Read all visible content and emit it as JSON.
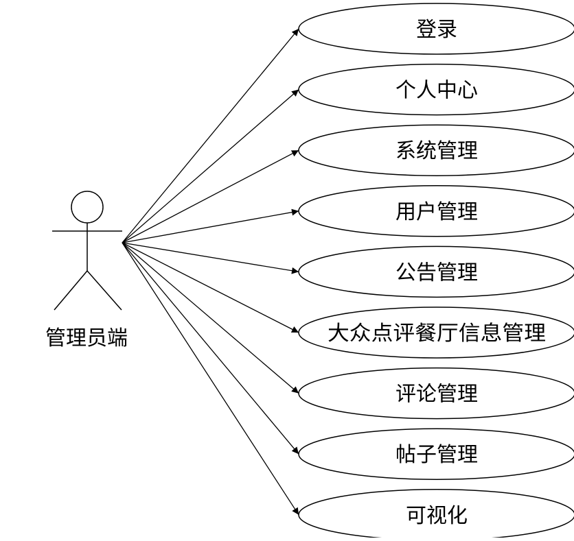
{
  "actor": {
    "label": "管理员端"
  },
  "use_cases": [
    {
      "label": "登录"
    },
    {
      "label": "个人中心"
    },
    {
      "label": "系统管理"
    },
    {
      "label": "用户管理"
    },
    {
      "label": "公告管理"
    },
    {
      "label": "大众点评餐厅信息管理"
    },
    {
      "label": "评论管理"
    },
    {
      "label": "帖子管理"
    },
    {
      "label": "可视化"
    }
  ],
  "colors": {
    "stroke": "#000000",
    "background": "#ffffff"
  }
}
